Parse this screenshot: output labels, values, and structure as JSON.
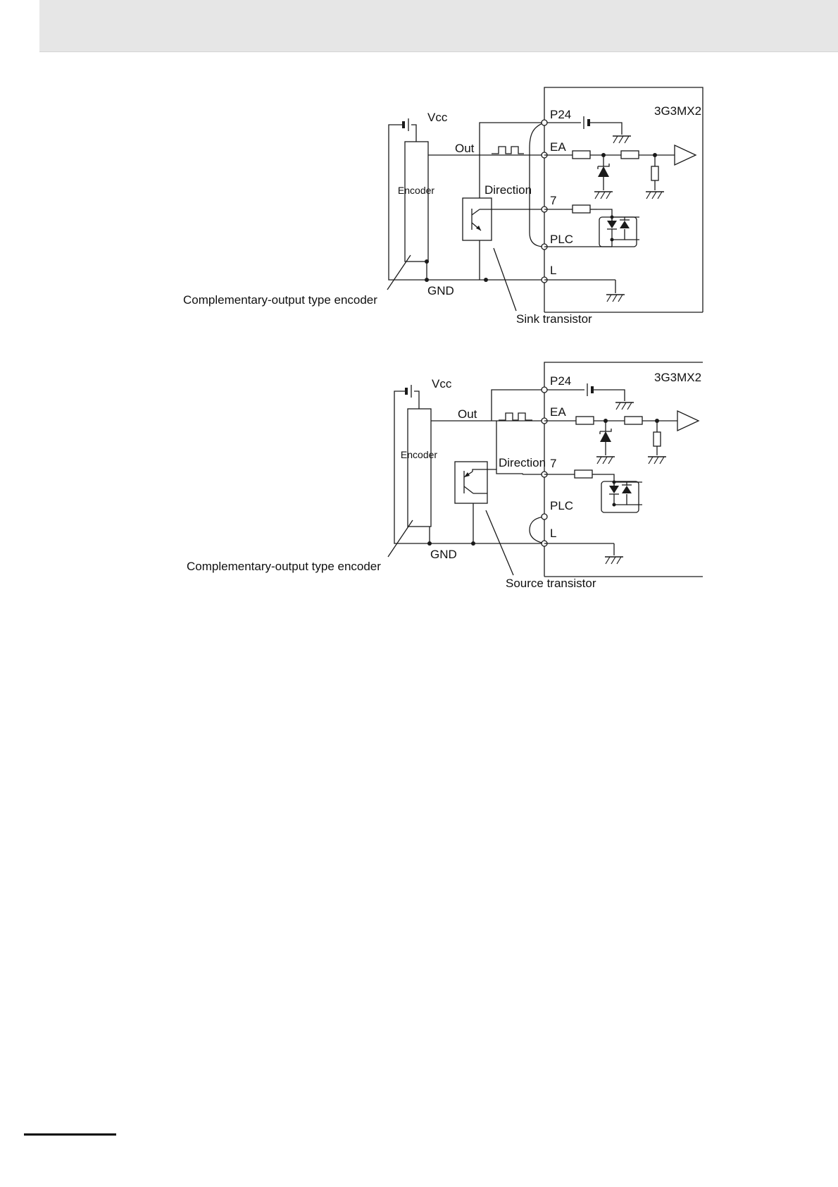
{
  "diagrams": [
    {
      "vcc": "Vcc",
      "out": "Out",
      "encoder": "Encoder",
      "direction": "Direction",
      "gnd": "GND",
      "device": "3G3MX2",
      "terminals": [
        "P24",
        "EA",
        "7",
        "PLC",
        "L"
      ],
      "encoder_caption": "Complementary-output type encoder",
      "transistor_caption": "Sink transistor"
    },
    {
      "vcc": "Vcc",
      "out": "Out",
      "encoder": "Encoder",
      "direction": "Direction",
      "gnd": "GND",
      "device": "3G3MX2",
      "terminals": [
        "P24",
        "EA",
        "7",
        "PLC",
        "L"
      ],
      "encoder_caption": "Complementary-output type encoder",
      "transistor_caption": "Source transistor"
    }
  ]
}
